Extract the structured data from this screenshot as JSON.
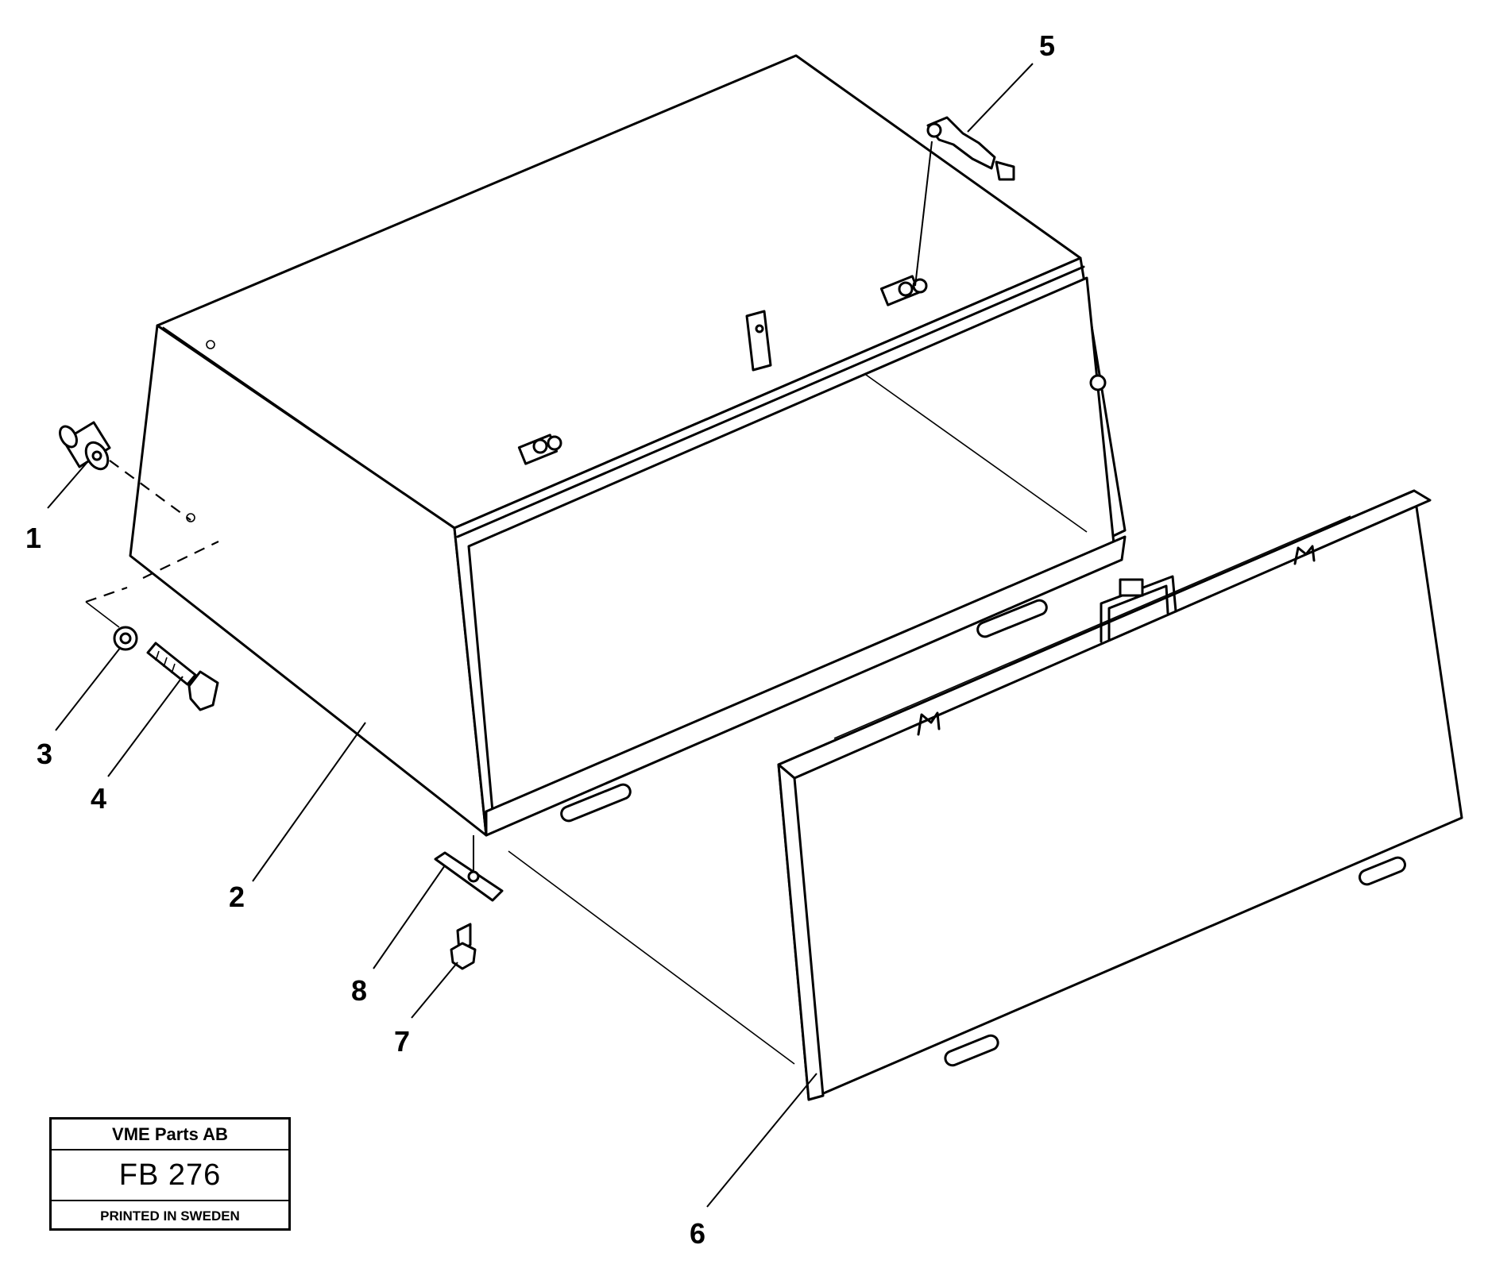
{
  "callouts": [
    {
      "id": "1",
      "label": "1"
    },
    {
      "id": "2",
      "label": "2"
    },
    {
      "id": "3",
      "label": "3"
    },
    {
      "id": "4",
      "label": "4"
    },
    {
      "id": "5",
      "label": "5"
    },
    {
      "id": "6",
      "label": "6"
    },
    {
      "id": "7",
      "label": "7"
    },
    {
      "id": "8",
      "label": "8"
    }
  ],
  "title_block": {
    "company": "VME Parts AB",
    "figure_number": "FB 276",
    "printed": "PRINTED IN SWEDEN"
  }
}
